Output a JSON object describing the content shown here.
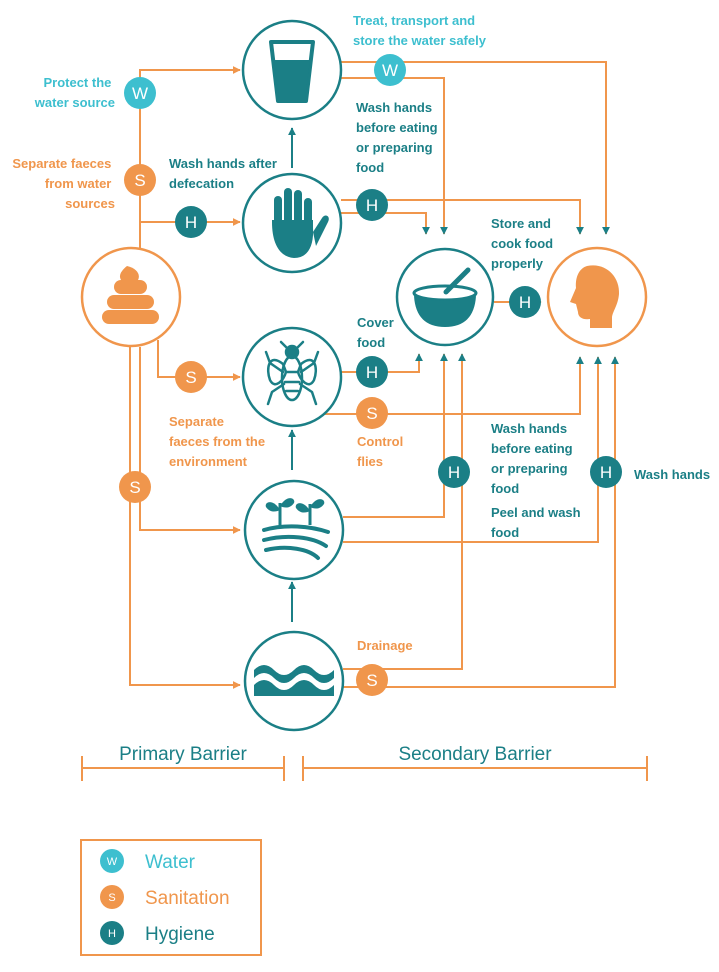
{
  "colors": {
    "teal": "#1b7f86",
    "orange": "#f0964c",
    "water": "#3dbfcf",
    "white": "#ffffff"
  },
  "badges": {
    "w": "W",
    "s": "S",
    "h": "H"
  },
  "nodes": [
    {
      "name": "faeces",
      "icon": "faeces-icon"
    },
    {
      "name": "water",
      "icon": "water-glass-icon"
    },
    {
      "name": "hands",
      "icon": "hand-icon"
    },
    {
      "name": "flies",
      "icon": "fly-icon"
    },
    {
      "name": "fields",
      "icon": "crop-field-icon"
    },
    {
      "name": "fluids",
      "icon": "flood-water-icon"
    },
    {
      "name": "food",
      "icon": "food-bowl-icon"
    },
    {
      "name": "person",
      "icon": "person-head-icon"
    }
  ],
  "labels": {
    "treat": [
      "Treat, transport and",
      "store the water safely"
    ],
    "protect": [
      "Protect the",
      "water source"
    ],
    "separate_sources": [
      "Separate faeces",
      "from water",
      "sources"
    ],
    "wash_after": [
      "Wash hands after",
      "defecation"
    ],
    "wash_before_1": [
      "Wash hands",
      "before eating",
      "or preparing",
      "food"
    ],
    "store_cook": [
      "Store and",
      "cook food",
      "properly"
    ],
    "cover": [
      "Cover",
      "food"
    ],
    "separate_env": [
      "Separate",
      "faeces from the",
      "environment"
    ],
    "control": [
      "Control",
      "flies"
    ],
    "wash_before_2": [
      "Wash hands",
      "before eating",
      "or preparing",
      "food"
    ],
    "wash_hands": [
      "Wash hands"
    ],
    "peel": [
      "Peel and wash",
      "food"
    ],
    "drainage": [
      "Drainage"
    ]
  },
  "barriers": {
    "primary": "Primary Barrier",
    "secondary": "Secondary Barrier"
  },
  "legend": [
    {
      "key": "W",
      "label": "Water",
      "color": "#3dbfcf"
    },
    {
      "key": "S",
      "label": "Sanitation",
      "color": "#f0964c"
    },
    {
      "key": "H",
      "label": "Hygiene",
      "color": "#1b7f86"
    }
  ]
}
